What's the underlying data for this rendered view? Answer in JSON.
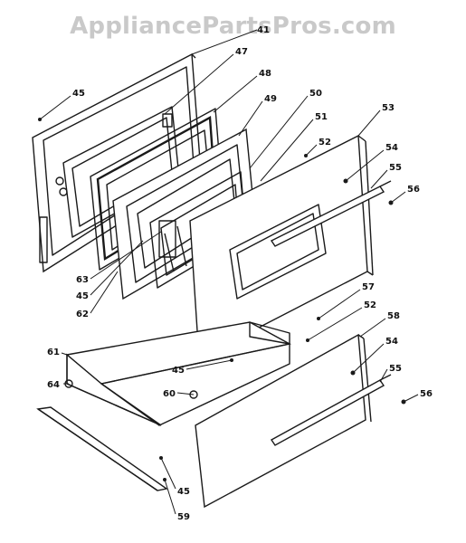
{
  "watermark": "AppliancePartsPros.com",
  "callouts": [
    {
      "id": "c41",
      "label": "41"
    },
    {
      "id": "c45a",
      "label": "45"
    },
    {
      "id": "c47",
      "label": "47"
    },
    {
      "id": "c48",
      "label": "48"
    },
    {
      "id": "c49",
      "label": "49"
    },
    {
      "id": "c50",
      "label": "50"
    },
    {
      "id": "c51",
      "label": "51"
    },
    {
      "id": "c52a",
      "label": "52"
    },
    {
      "id": "c53",
      "label": "53"
    },
    {
      "id": "c54a",
      "label": "54"
    },
    {
      "id": "c55a",
      "label": "55"
    },
    {
      "id": "c56a",
      "label": "56"
    },
    {
      "id": "c63",
      "label": "63"
    },
    {
      "id": "c45b",
      "label": "45"
    },
    {
      "id": "c62",
      "label": "62"
    },
    {
      "id": "c57",
      "label": "57"
    },
    {
      "id": "c52b",
      "label": "52"
    },
    {
      "id": "c58",
      "label": "58"
    },
    {
      "id": "c61",
      "label": "61"
    },
    {
      "id": "c54b",
      "label": "54"
    },
    {
      "id": "c45c",
      "label": "45"
    },
    {
      "id": "c55b",
      "label": "55"
    },
    {
      "id": "c64",
      "label": "64"
    },
    {
      "id": "c60",
      "label": "60"
    },
    {
      "id": "c56b",
      "label": "56"
    },
    {
      "id": "c45d",
      "label": "45"
    },
    {
      "id": "c59",
      "label": "59"
    }
  ]
}
